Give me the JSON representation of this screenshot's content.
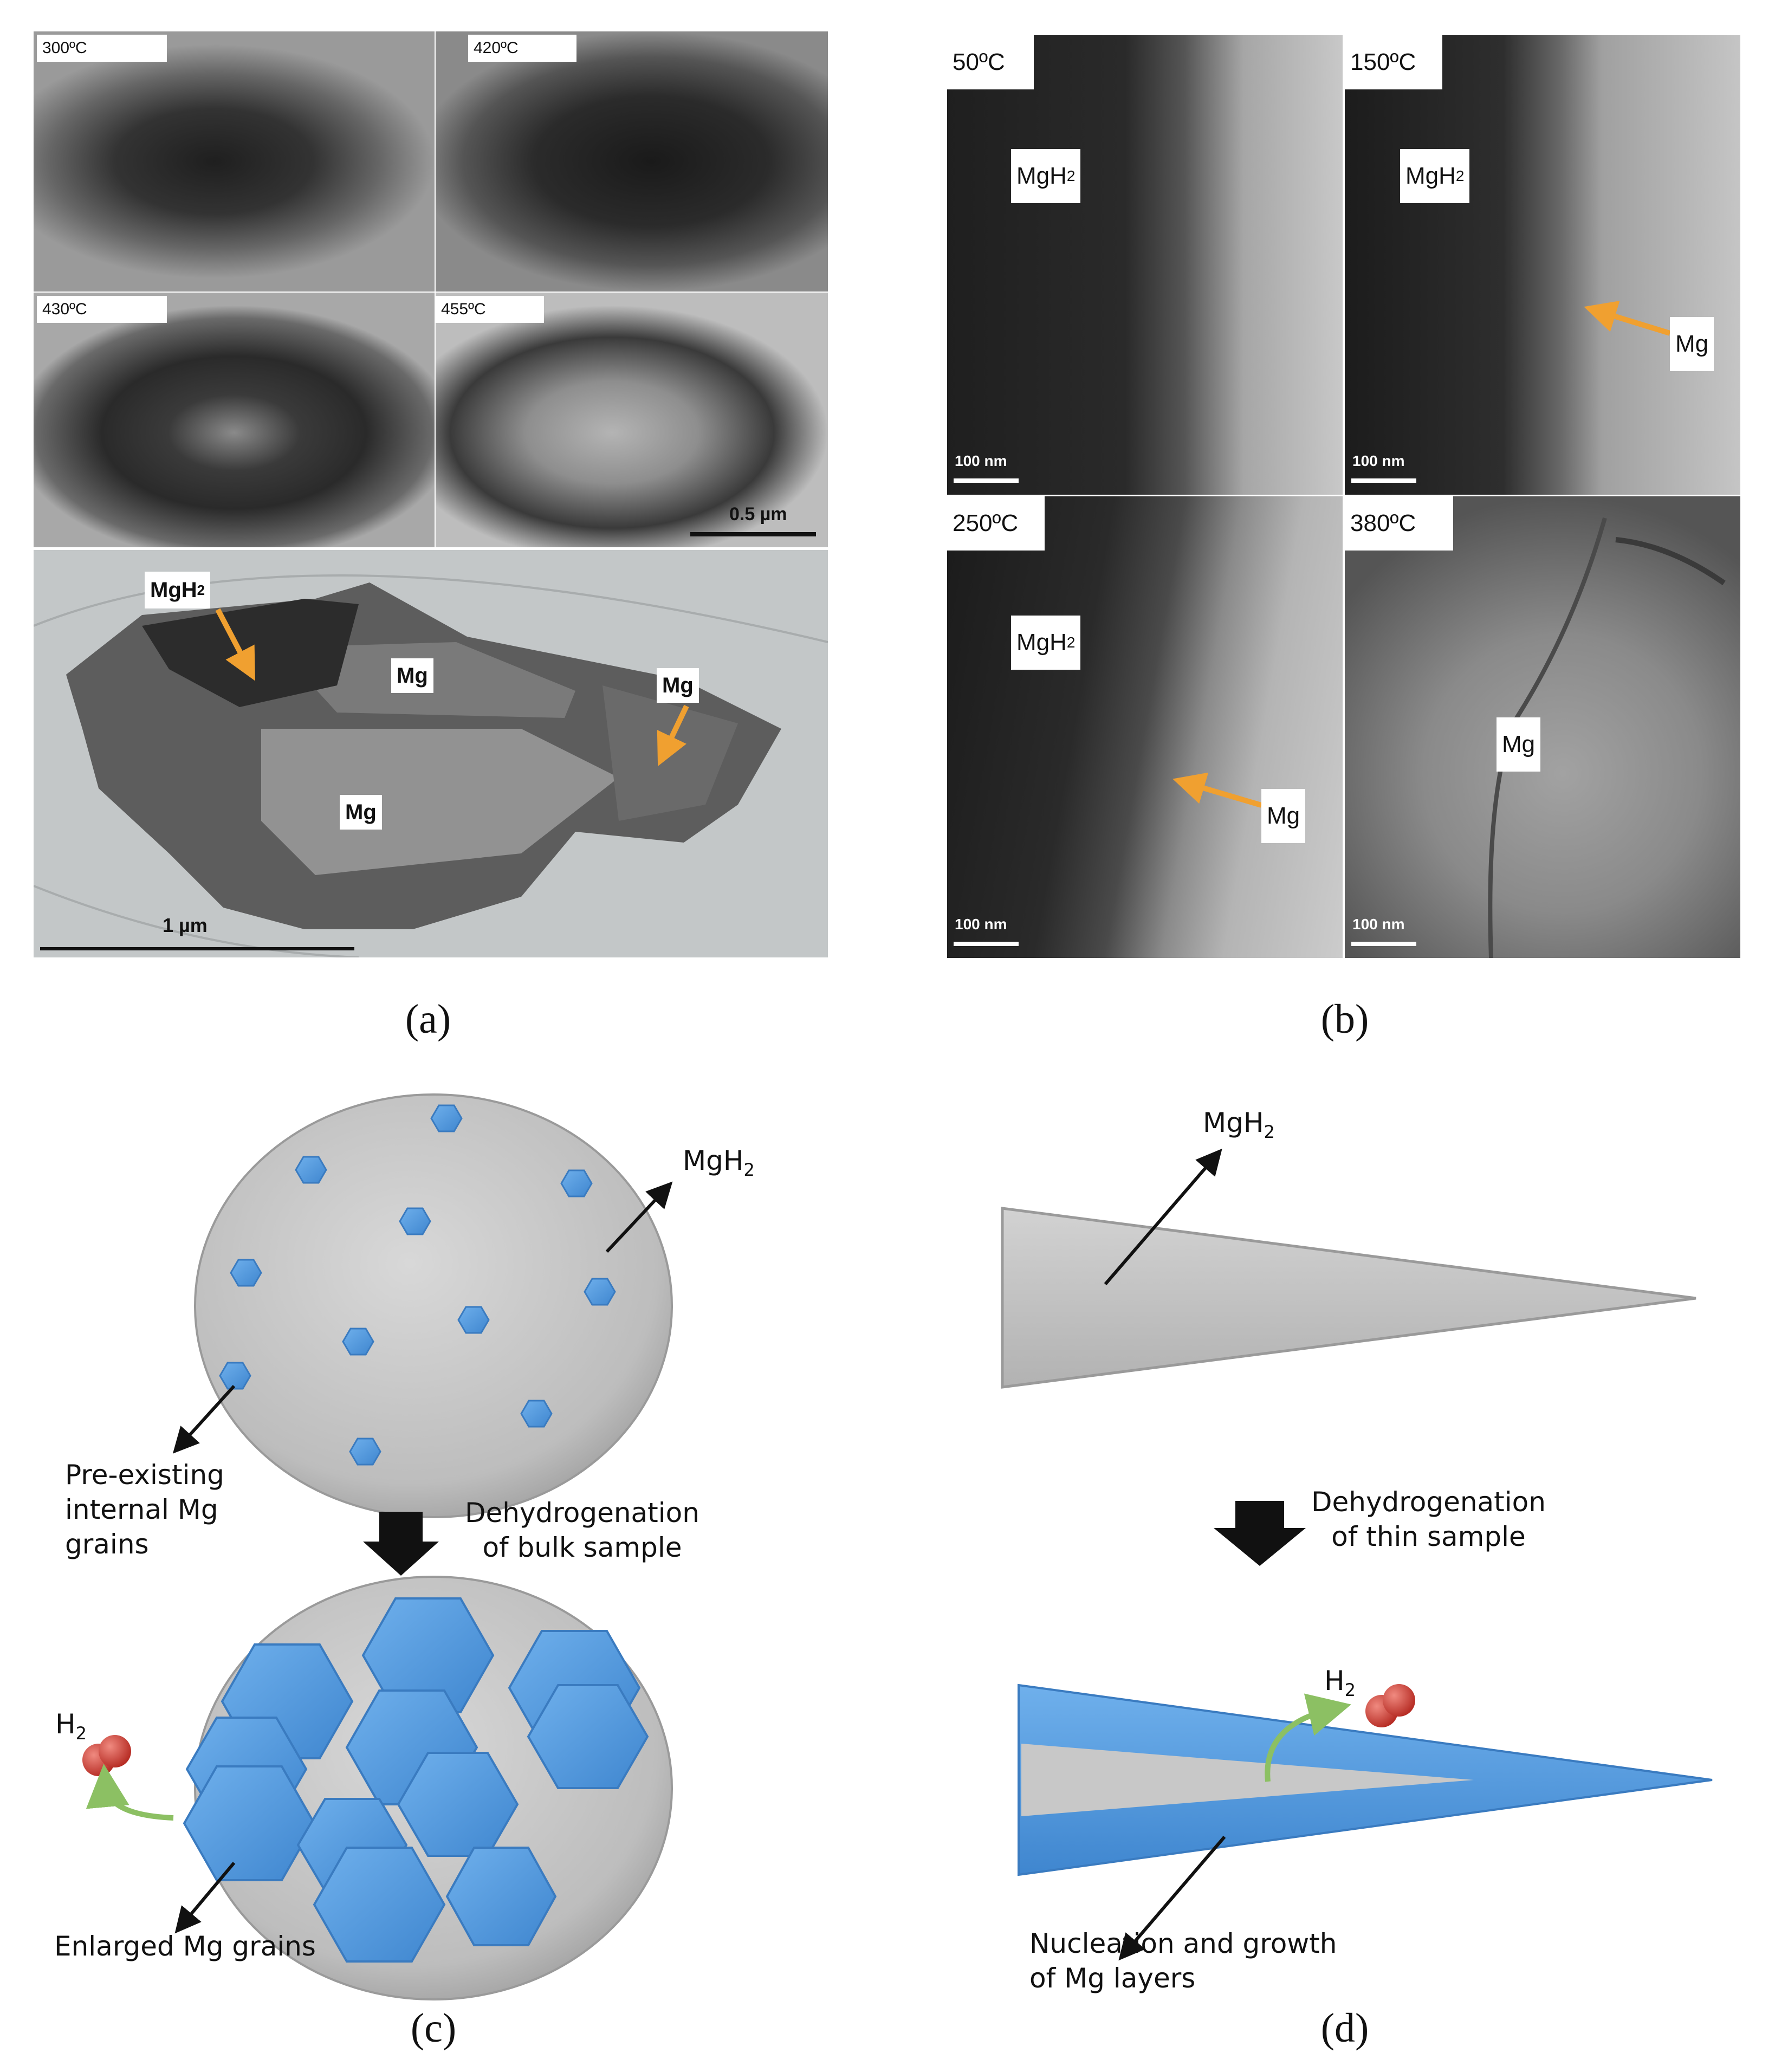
{
  "panel_a": {
    "caption": "(a)",
    "temps": [
      "300ºC",
      "420ºC",
      "430ºC",
      "455ºC"
    ],
    "scale_small": "0.5 µm",
    "scale_large": "1 µm",
    "labels": {
      "mgh2": "MgH",
      "mgh2_sub": "2",
      "mg_1": "Mg",
      "mg_2": "Mg",
      "mg_3": "Mg"
    }
  },
  "panel_b": {
    "caption": "(b)",
    "temps": [
      "50ºC",
      "150ºC",
      "250ºC",
      "380ºC"
    ],
    "scale": "100 nm",
    "mgh2": "MgH",
    "mgh2_sub": "2",
    "mg": "Mg"
  },
  "panel_c": {
    "caption": "(c)",
    "mgh2": "MgH",
    "mgh2_sub": "2",
    "preexisting_1": "Pre-existing",
    "preexisting_2": "internal Mg",
    "preexisting_3": "grains",
    "dehydro_1": "Dehydrogenation",
    "dehydro_2": "of bulk sample",
    "h2": "H",
    "h2_sub": "2",
    "enlarged": "Enlarged Mg grains"
  },
  "panel_d": {
    "caption": "(d)",
    "mgh2": "MgH",
    "mgh2_sub": "2",
    "dehydro_1": "Dehydrogenation",
    "dehydro_2": "of thin sample",
    "h2": "H",
    "h2_sub": "2",
    "nucleation_1": "Nucleation and growth",
    "nucleation_2": "of Mg layers"
  },
  "colors": {
    "grain_blue": "#4a90d9",
    "arrow_orange": "#f0a030",
    "sample_gray": "#c4c4c4",
    "h2_red": "#c0302a",
    "curve_green": "#8cc063"
  }
}
